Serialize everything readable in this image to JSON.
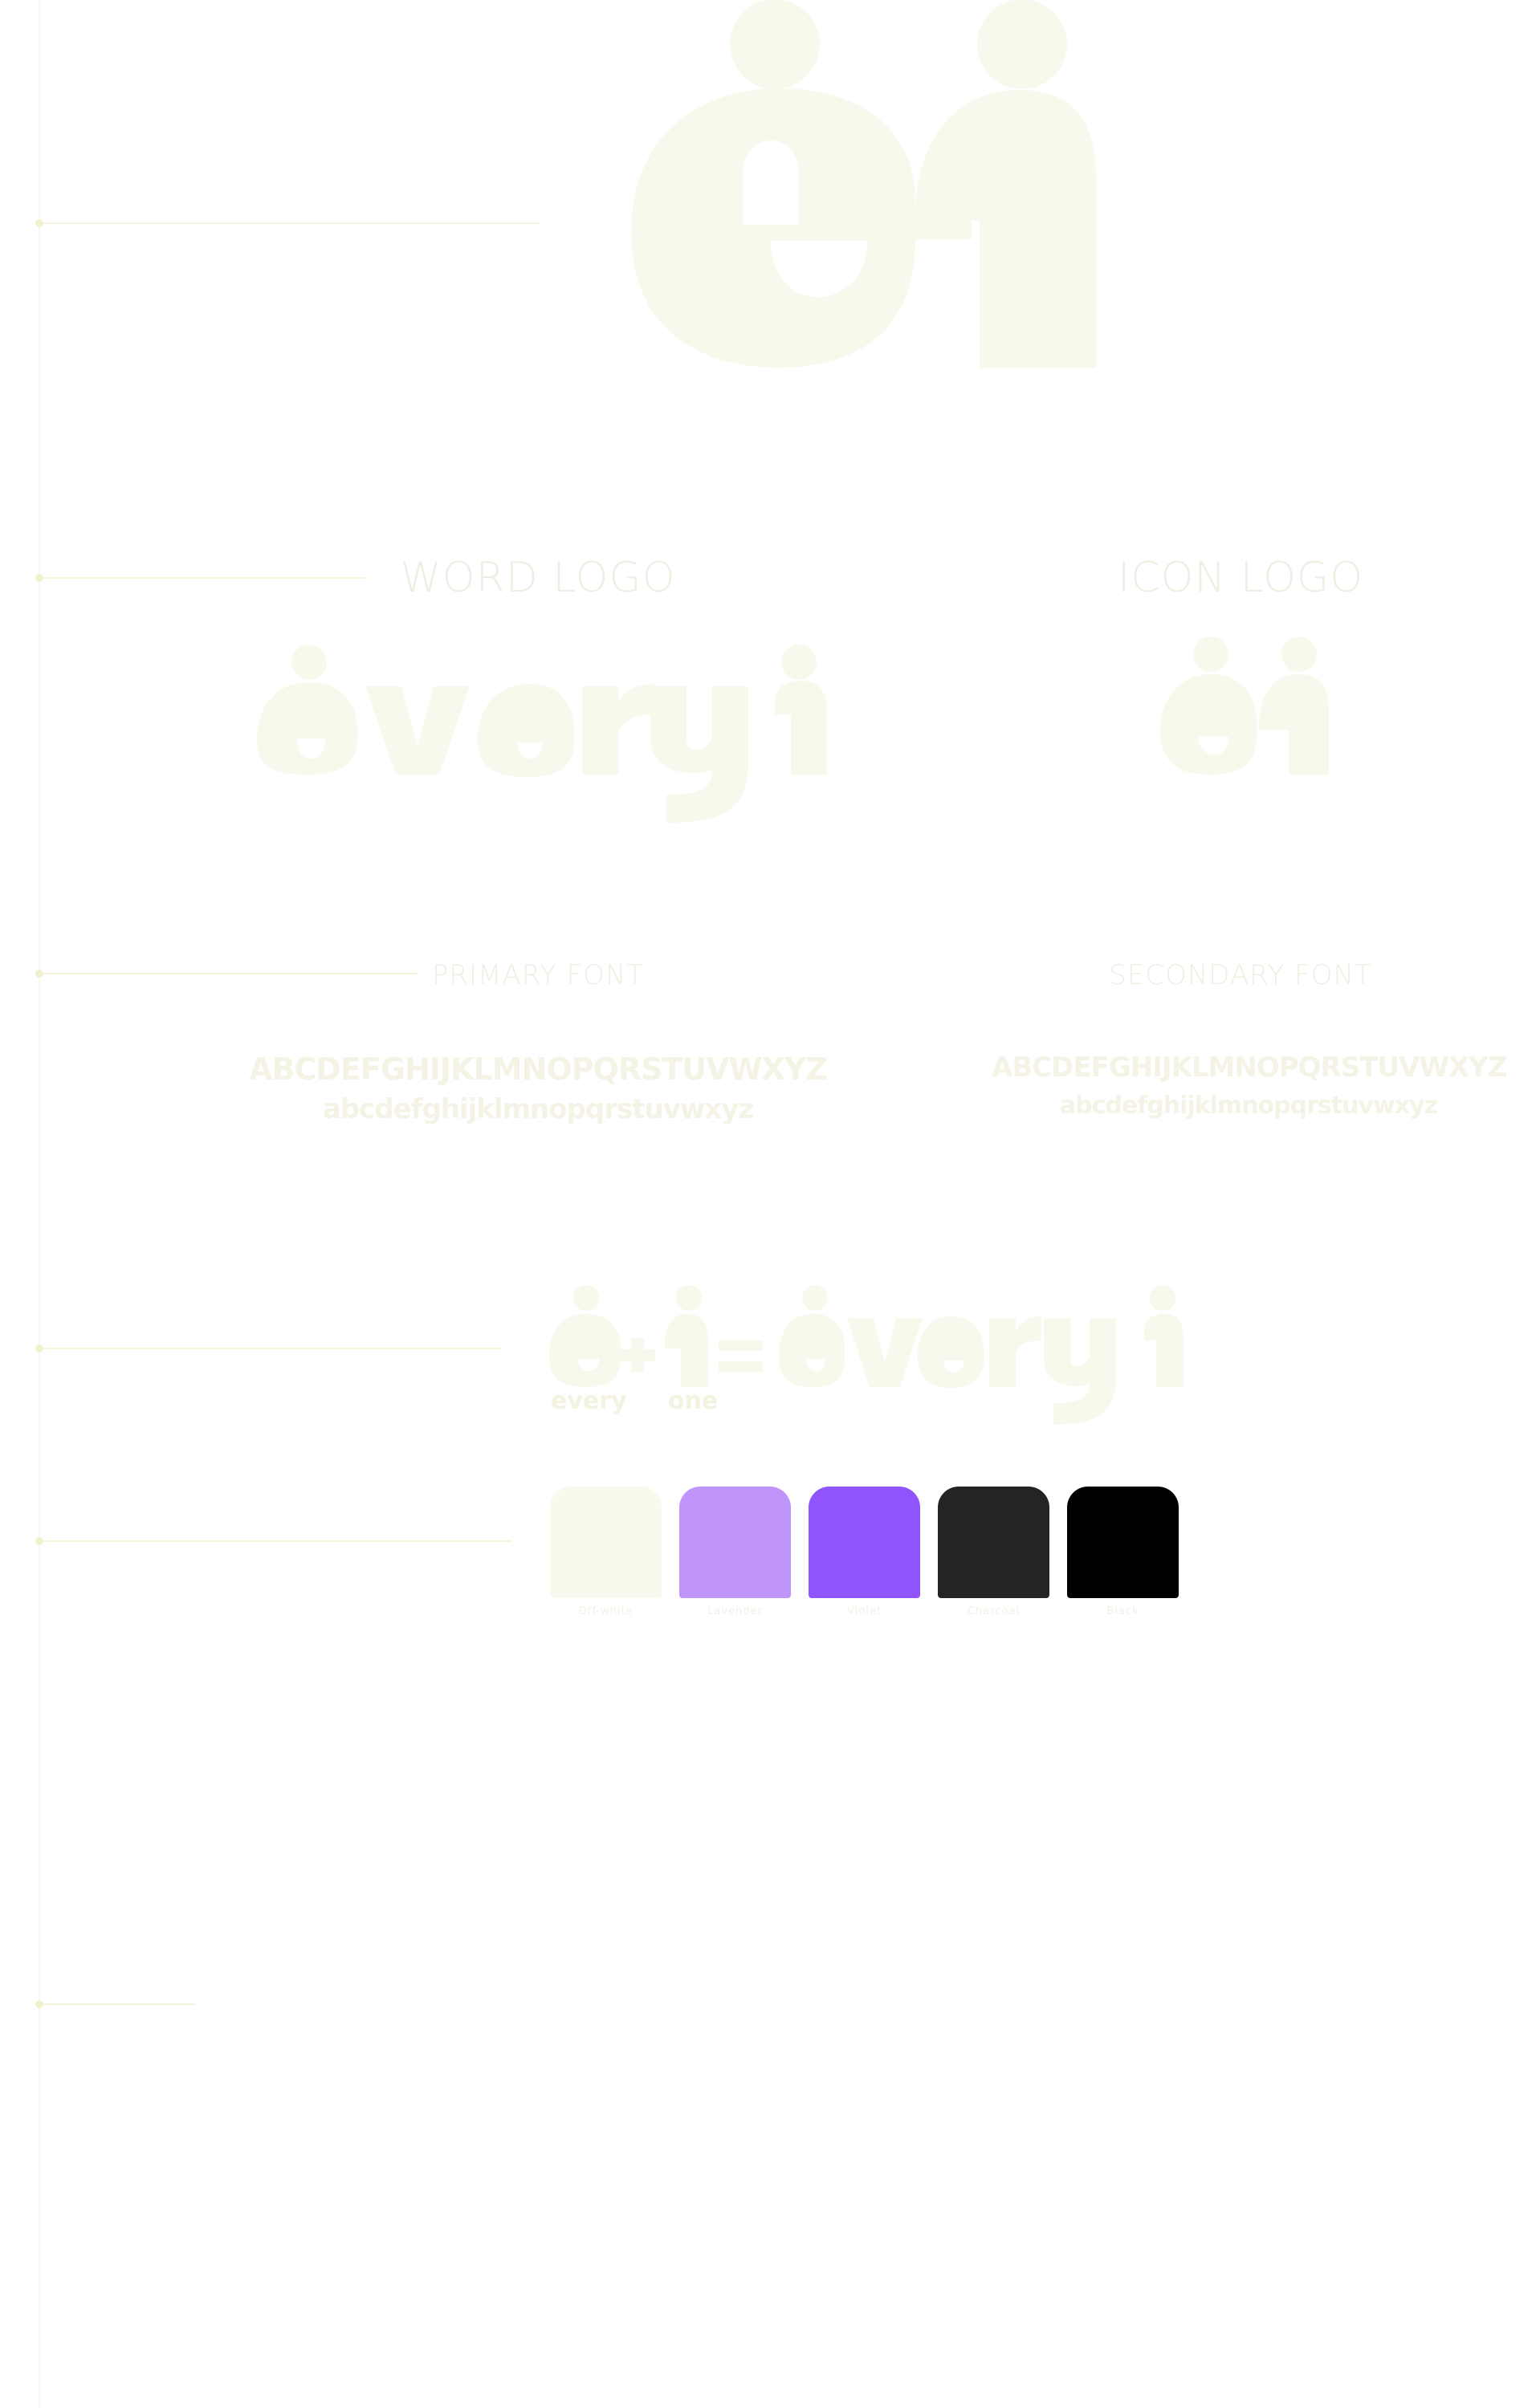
{
  "sections": {
    "word_logo_heading": "WORD LOGO",
    "icon_logo_heading": "ICON LOGO",
    "primary_font_heading": "PRIMARY FONT",
    "secondary_font_heading": "SECONDARY FONT"
  },
  "fonts": {
    "primary_upper": "ABCDEFGHIJKLMNOPQRSTUVWXYZ",
    "primary_lower": "abcdefghijklmnopqrstuvwxyz",
    "secondary_upper": "ABCDEFGHIJKLMNOPQRSTUVWXYZ",
    "secondary_lower": "abcdefghijklmnopqrstuvwxyz"
  },
  "equation": {
    "left_label": "every",
    "right_label": "one"
  },
  "palette": [
    {
      "name": "Off-white",
      "color": "#faf9ee"
    },
    {
      "name": "Lavender",
      "color": "#c095fa"
    },
    {
      "name": "Violet",
      "color": "#9054fd"
    },
    {
      "name": "Charcoal",
      "color": "#242424"
    },
    {
      "name": "Black",
      "color": "#000000"
    }
  ]
}
